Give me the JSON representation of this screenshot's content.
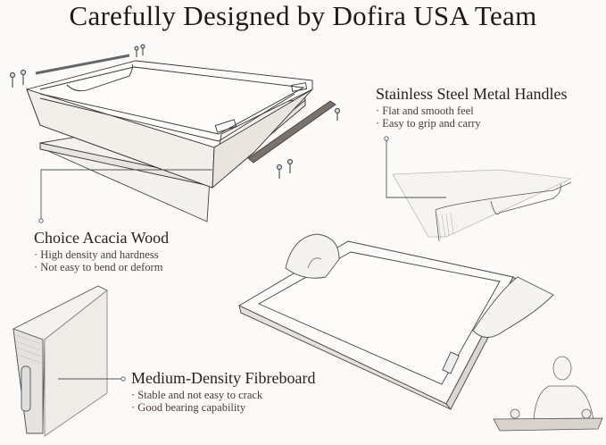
{
  "title": "Carefully Designed by Dofira USA Team",
  "callouts": {
    "handles": {
      "heading": "Stainless Steel Metal Handles",
      "points": [
        "Flat and smooth feel",
        "Easy to grip and carry"
      ]
    },
    "wood": {
      "heading": "Choice Acacia Wood",
      "points": [
        "High density and hardness",
        "Not easy to bend or deform"
      ]
    },
    "fibreboard": {
      "heading": "Medium-Density Fibreboard",
      "points": [
        "Stable and not easy to crack",
        "Good bearing capability"
      ]
    }
  },
  "illustrations": [
    "exploded-tray-diagram",
    "handle-closeup-sketch",
    "hands-holding-tray-sketch",
    "tray-side-profile-sketch",
    "man-carrying-tray-sketch"
  ],
  "colors": {
    "background": "#fbfaf8",
    "text": "#2a1e1a",
    "line": "#555555",
    "metal": "#6b625c"
  }
}
